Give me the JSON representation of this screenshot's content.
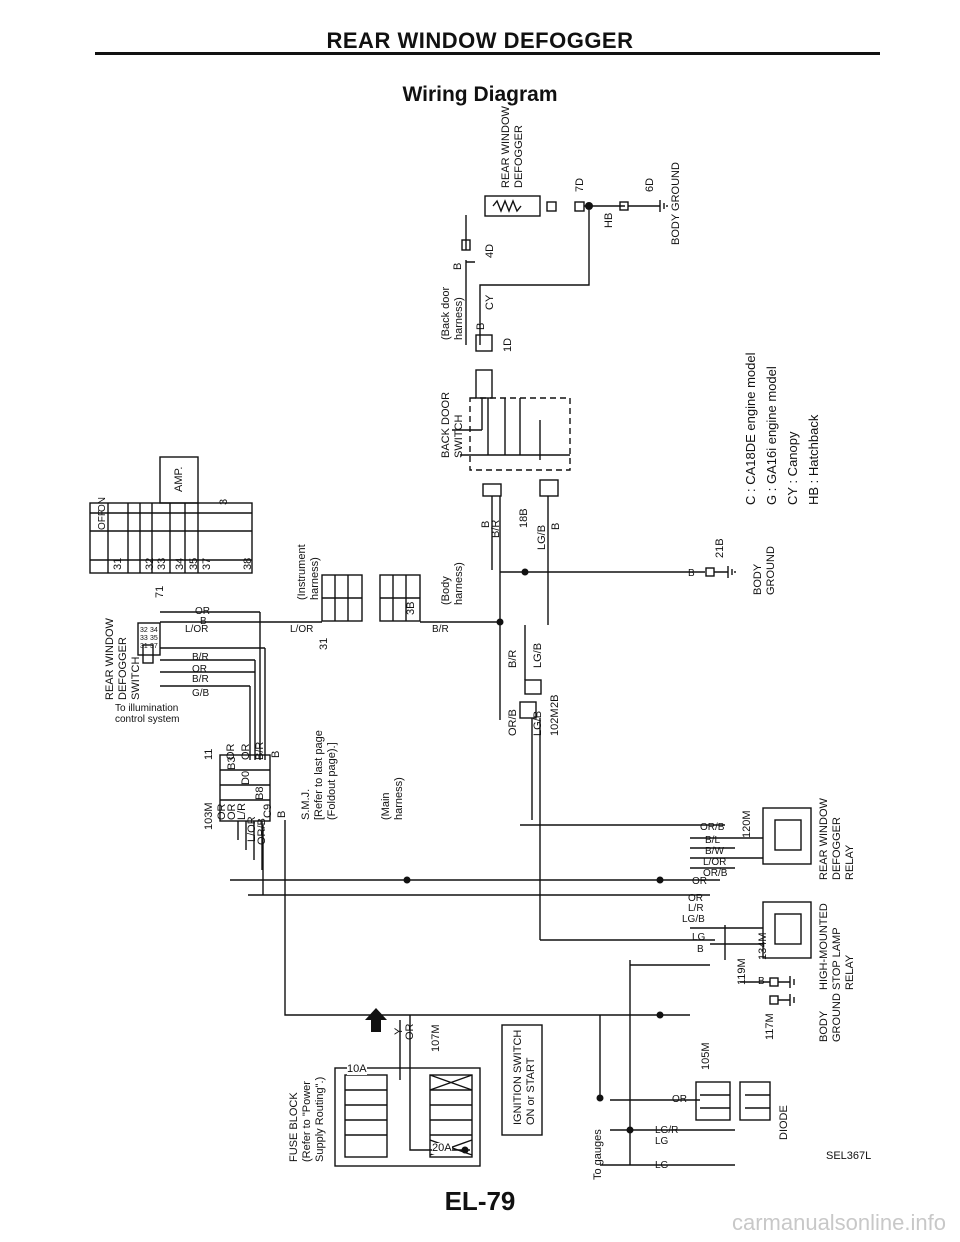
{
  "header": {
    "title": "REAR WINDOW DEFOGGER",
    "subtitle": "Wiring Diagram"
  },
  "footer": {
    "page_number": "EL-79",
    "diagram_code": "SEL367L",
    "watermark": "carmanualsonline.info"
  },
  "components": {
    "rear_window_defogger": [
      "REAR WINDOW",
      "DEFOGGER"
    ],
    "body_ground_top": "BODY GROUND",
    "back_door_harness": [
      "(Back door",
      "harness)"
    ],
    "back_door_switch": [
      "BACK DOOR",
      "SWITCH"
    ],
    "switch_label": [
      "REAR WINDOW",
      "DEFOGGER",
      "SWITCH"
    ],
    "amp": "AMP.",
    "instrument_harness": [
      "(Instrument",
      "harness)"
    ],
    "body_harness": [
      "(Body",
      "harness)"
    ],
    "body_ground_mid": [
      "BODY",
      "GROUND"
    ],
    "illumination": [
      "To illumination",
      "control system"
    ],
    "smj": [
      "S.M.J.",
      "[Refer to last page",
      "(Foldout page).]"
    ],
    "main_harness": [
      "(Main",
      "harness)"
    ],
    "defogger_relay": [
      "REAR WINDOW",
      "DEFOGGER",
      "RELAY"
    ],
    "stop_lamp_relay": [
      "HIGH-MOUNTED",
      "STOP LAMP",
      "RELAY"
    ],
    "body_ground_low": [
      "BODY",
      "GROUND"
    ],
    "fuse_block": [
      "FUSE BLOCK",
      "(Refer to \"Power",
      "Supply Routing\".)"
    ],
    "ignition_switch": [
      "IGNITION SWITCH",
      "ON or START"
    ],
    "to_gauges": "To gauges",
    "diode": "DIODE",
    "fuses": {
      "fuse_a": "10A",
      "fuse_b": "20A"
    }
  },
  "legend": [
    {
      "symbol": "C",
      "text": ": CA18DE engine model"
    },
    {
      "symbol": "G",
      "text": ": GA16i engine model"
    },
    {
      "symbol": "CY",
      "text": ": Canopy"
    },
    {
      "symbol": "HB",
      "text": ": Hatchback"
    }
  ],
  "connectors": [
    "7D",
    "6D",
    "4D",
    "CY",
    "1D",
    "HB",
    "18B",
    "21B",
    "31",
    "3B",
    "2B",
    "102M",
    "71",
    "3",
    "11",
    "103M",
    "120M",
    "119M",
    "134M",
    "117M",
    "107M",
    "105M"
  ],
  "switch_table": {
    "headers": [
      "OFF",
      "ON"
    ],
    "rows": [
      "31",
      "32",
      "33",
      "34",
      "35",
      "37",
      "38"
    ]
  },
  "switch_pins": [
    "32",
    "33",
    "34",
    "35",
    "31",
    "37"
  ],
  "smj_pins": [
    "B3",
    "D0",
    "B8",
    "C9"
  ],
  "wire_colors": {
    "or": "OR",
    "b": "B",
    "l_or": "L/OR",
    "b_r": "B/R",
    "g_b": "G/B",
    "or_b": "OR/B",
    "lg_b": "LG/B",
    "b_l": "B/L",
    "b_w": "B/W",
    "l_r": "L/R",
    "lg": "LG",
    "lg_r": "LG/R",
    "y": "Y"
  }
}
